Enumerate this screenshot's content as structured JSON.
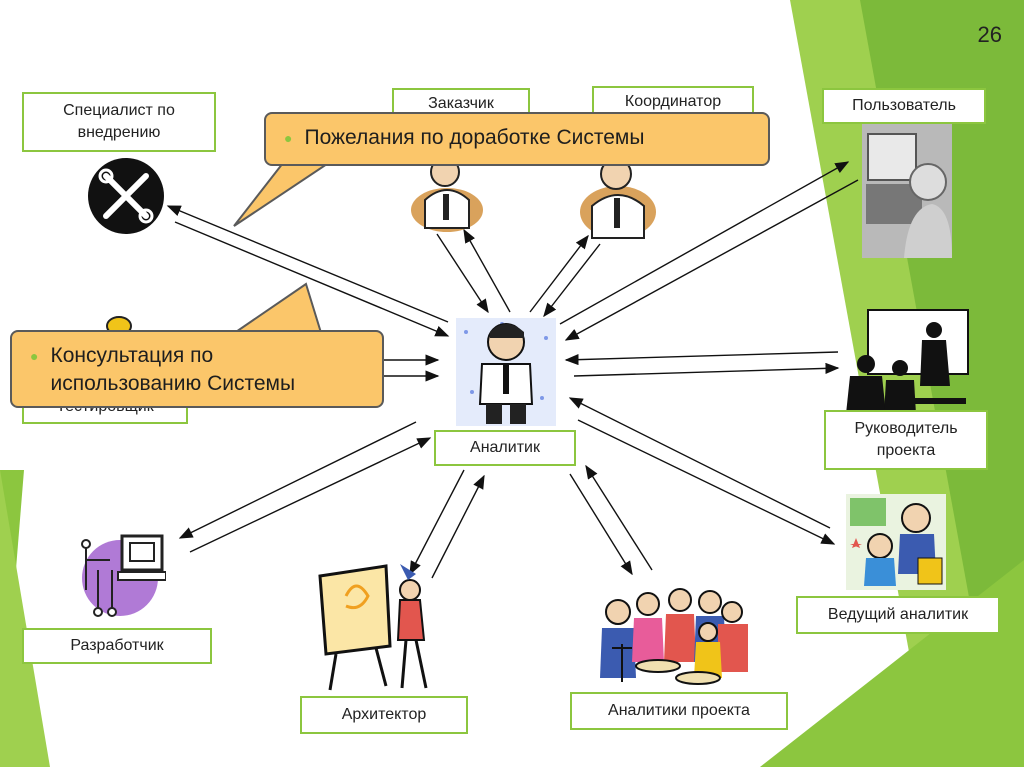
{
  "slide": {
    "number": "26"
  },
  "roles": {
    "implementation_specialist": "Специалист по внедрению",
    "customer": "Заказчик",
    "coordinator": "Координатор",
    "user": "Пользователь",
    "tester": "Тестировщик",
    "analyst": "Аналитик",
    "project_manager": "Руководитель проекта",
    "developer": "Разработчик",
    "architect": "Архитектор",
    "project_analysts": "Аналитики проекта",
    "lead_analyst": "Ведущий аналитик"
  },
  "callouts": {
    "improvement_requests": "Пожелания по доработке Системы",
    "usage_consultation": "Консультация по использованию Системы"
  },
  "colors": {
    "accent_green": "#8cc63f",
    "callout_fill": "#fbc66a",
    "callout_bullet": "#8cc63f"
  }
}
